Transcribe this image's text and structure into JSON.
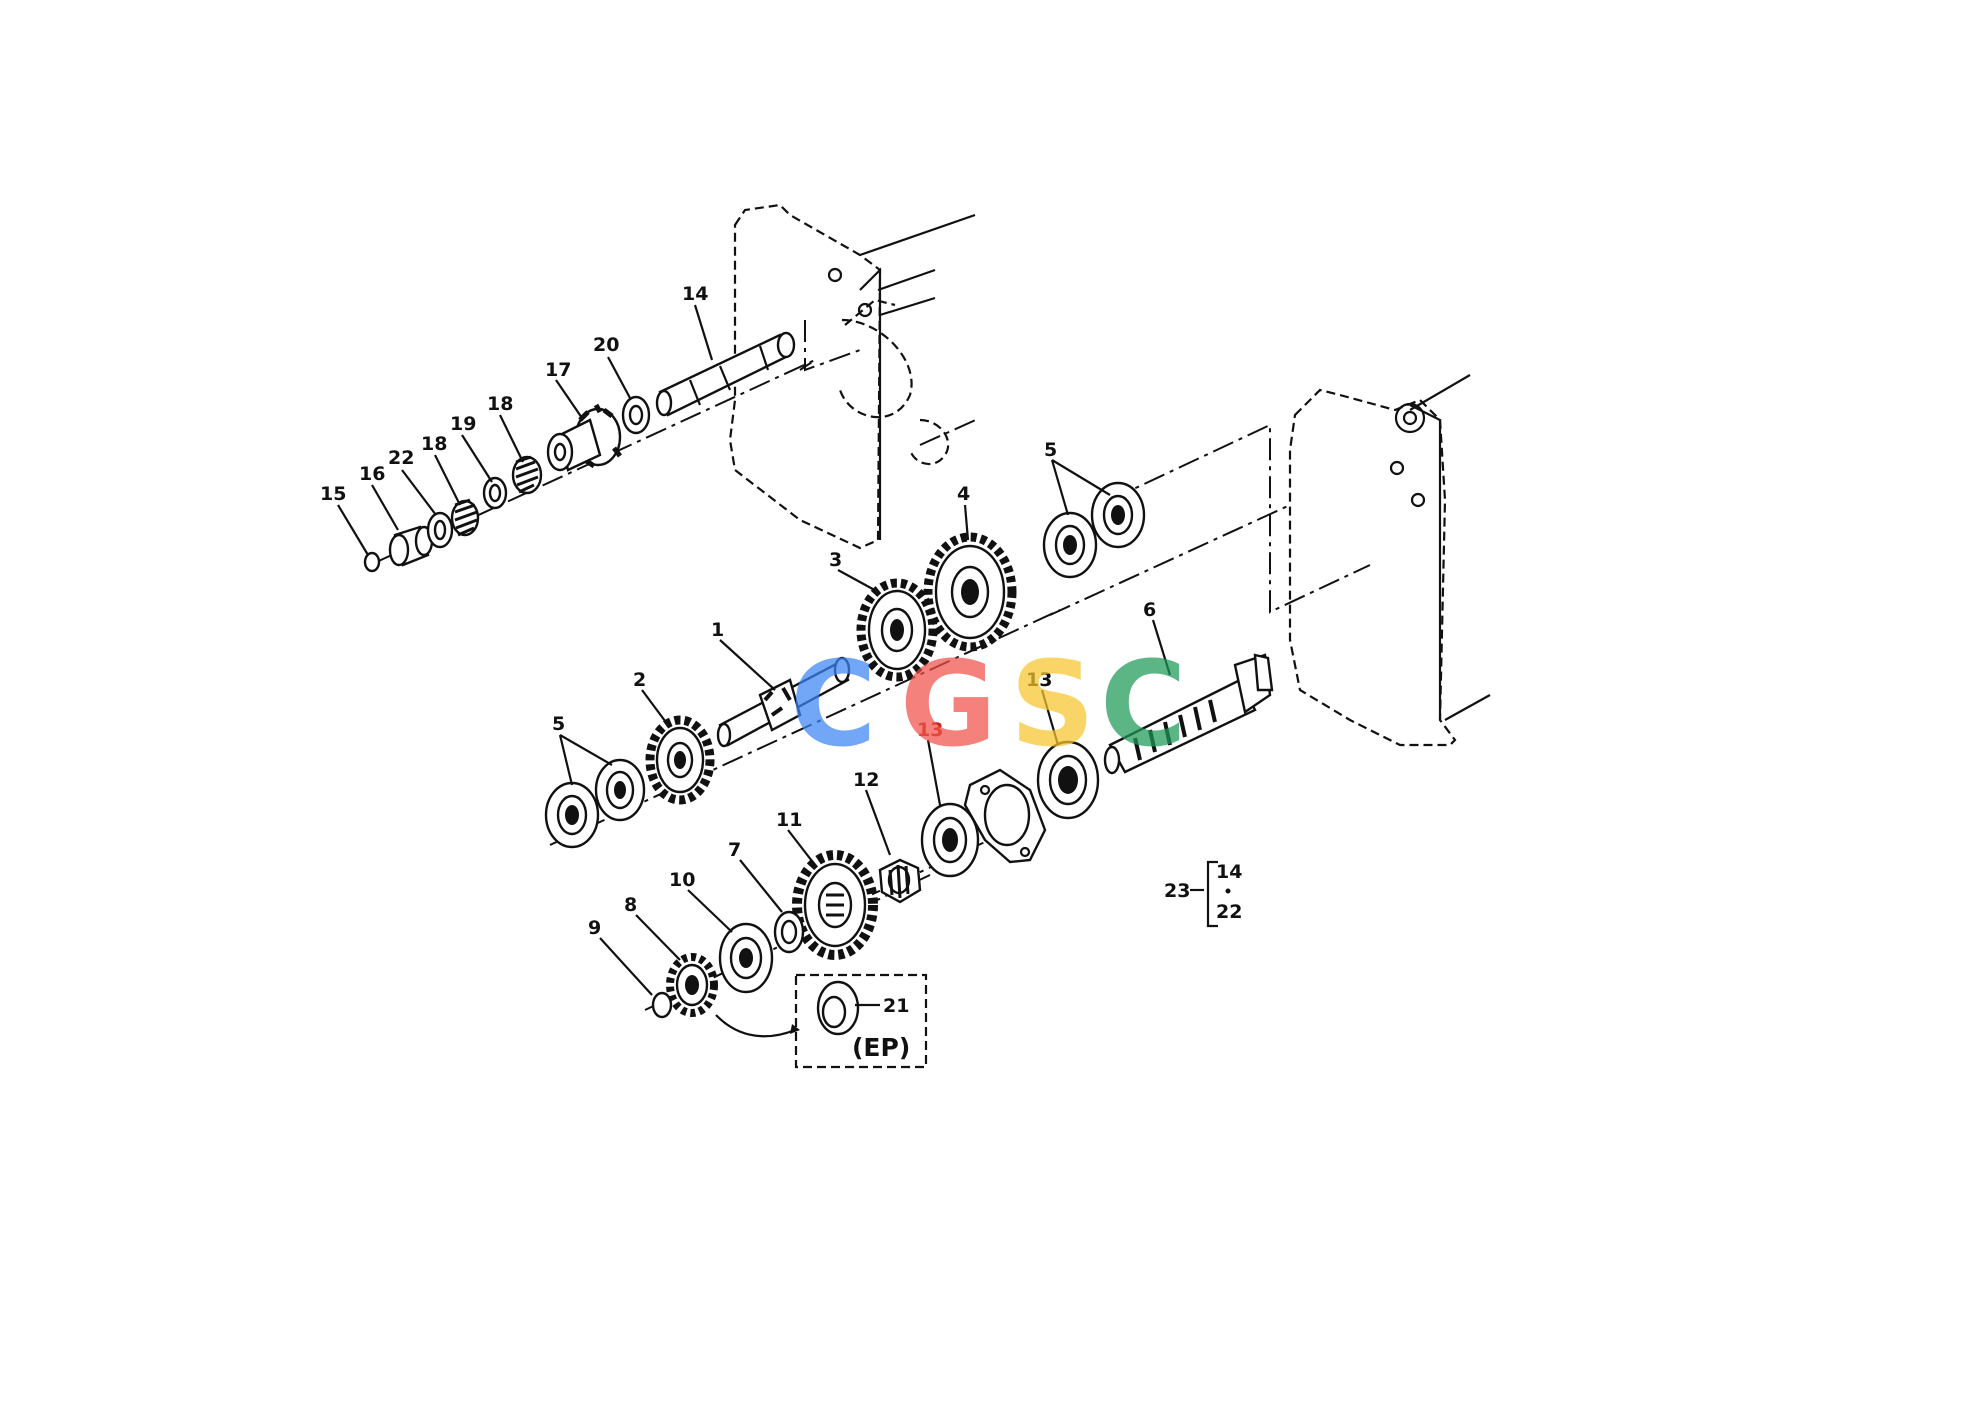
{
  "callouts": [
    "1",
    "2",
    "3",
    "4",
    "5",
    "5",
    "6",
    "7",
    "8",
    "9",
    "10",
    "11",
    "12",
    "13",
    "13",
    "14",
    "15",
    "16",
    "17",
    "18",
    "18",
    "19",
    "20",
    "21",
    "22"
  ],
  "group_note": {
    "main": "23",
    "items": [
      "14",
      "22"
    ]
  },
  "ep_label": "(EP)",
  "watermark": {
    "letters": [
      "C",
      "G",
      "S",
      "C"
    ],
    "colors": [
      "#3d85f5",
      "#f0524a",
      "#f7c62e",
      "#1e9957"
    ]
  },
  "accent_red": "#c0281e"
}
